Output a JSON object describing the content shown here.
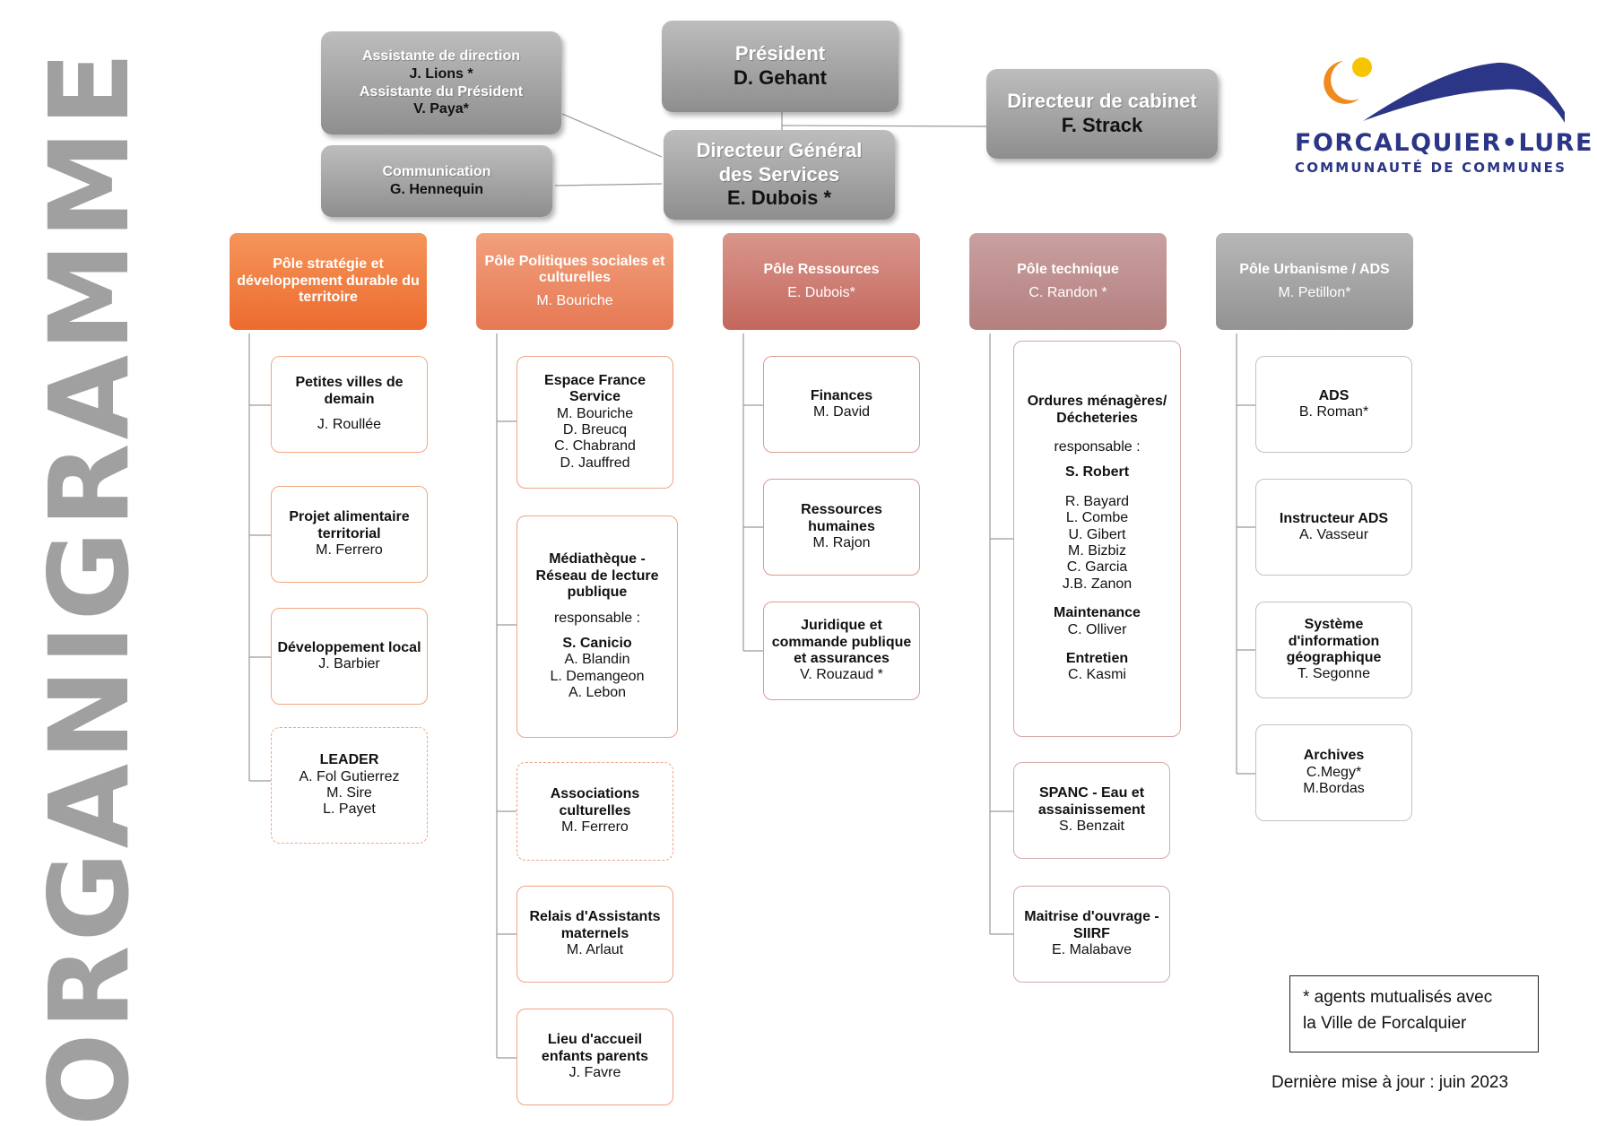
{
  "title": "ORGANIGRAMME",
  "logo": {
    "name": "FORCALQUIER•LURE",
    "subtitle": "COMMUNAUTÉ DE COMMUNES"
  },
  "top": {
    "president": [
      "Président",
      "D. Gehant"
    ],
    "assistants": [
      "Assistante de direction",
      "J. Lions *",
      "Assistante du Président",
      "V. Paya*"
    ],
    "communication": [
      "Communication",
      "G. Hennequin"
    ],
    "dgs": [
      "Directeur Général",
      "des Services",
      "E. Dubois *"
    ],
    "cabinet": [
      "Directeur de cabinet",
      "F. Strack"
    ]
  },
  "poles": [
    {
      "title": "Pôle stratégie et développement durable du territoire",
      "person": ""
    },
    {
      "title": "Pôle Politiques sociales et culturelles",
      "person": "M. Bouriche"
    },
    {
      "title": "Pôle Ressources",
      "person": "E. Dubois*"
    },
    {
      "title": "Pôle technique",
      "person": "C. Randon *"
    },
    {
      "title": "Pôle Urbanisme / ADS",
      "person": "M. Petillon*"
    }
  ],
  "col1": [
    {
      "title": "Petites villes de demain",
      "people": [
        "J. Roullée"
      ]
    },
    {
      "title": "Projet alimentaire territorial",
      "people": [
        "M. Ferrero"
      ]
    },
    {
      "title": "Développement local",
      "people": [
        "J. Barbier"
      ]
    },
    {
      "title": "LEADER",
      "people": [
        "A. Fol Gutierrez",
        "M. Sire",
        "L. Payet"
      ]
    }
  ],
  "col2": [
    {
      "title": "Espace France Service",
      "people": [
        "M. Bouriche",
        "D. Breucq",
        "C. Chabrand",
        "D. Jauffred"
      ]
    },
    {
      "title": "Médiathèque - Réseau de lecture publique",
      "resp_label": "responsable :",
      "lead": "S. Canicio",
      "people": [
        "A. Blandin",
        "L. Demangeon",
        "A. Lebon"
      ]
    },
    {
      "title": "Associations culturelles",
      "people": [
        "M. Ferrero"
      ]
    },
    {
      "title": "Relais d'Assistants maternels",
      "people": [
        "M. Arlaut"
      ]
    },
    {
      "title": "Lieu d'accueil enfants parents",
      "people": [
        "J. Favre"
      ]
    }
  ],
  "col3": [
    {
      "title": "Finances",
      "people": [
        "M. David"
      ]
    },
    {
      "title": "Ressources humaines",
      "people": [
        "M. Rajon"
      ]
    },
    {
      "title": "Juridique et commande publique et assurances",
      "people": [
        "V. Rouzaud *"
      ]
    }
  ],
  "col4": [
    {
      "title": "Ordures ménagères/ Décheteries",
      "resp_label": "responsable :",
      "lead": "S. Robert",
      "people": [
        "R. Bayard",
        "L. Combe",
        "U. Gibert",
        "M. Bizbiz",
        "C. Garcia",
        "J.B. Zanon"
      ],
      "maint_title": "Maintenance",
      "maint": "C. Olliver",
      "entr_title": "Entretien",
      "entr": "C. Kasmi"
    },
    {
      "title": "SPANC - Eau et assainissement",
      "people": [
        "S. Benzait"
      ]
    },
    {
      "title": "Maitrise d'ouvrage - SIIRF",
      "people": [
        "E. Malabave"
      ]
    }
  ],
  "col5": [
    {
      "title": "ADS",
      "people": [
        "B. Roman*"
      ]
    },
    {
      "title": "Instructeur ADS",
      "people": [
        "A. Vasseur"
      ]
    },
    {
      "title": "Système d'information géographique",
      "people": [
        "T. Segonne"
      ]
    },
    {
      "title": "Archives",
      "people": [
        "C.Megy*",
        "M.Bordas"
      ]
    }
  ],
  "note": [
    "* agents mutualisés avec",
    "la Ville de Forcalquier"
  ],
  "updated": "Dernière mise à jour : juin 2023",
  "colors": {
    "gray_box": "#a6a6a6",
    "pole1": "#ed6b2f",
    "pole2": "#e67954",
    "pole3": "#c4675d",
    "pole4": "#b47f7f",
    "pole5": "#939393",
    "logo_blue": "#2b3686",
    "logo_purple": "#8b1d4f",
    "logo_orange": "#f08a1c",
    "logo_yellow": "#f6c400"
  }
}
